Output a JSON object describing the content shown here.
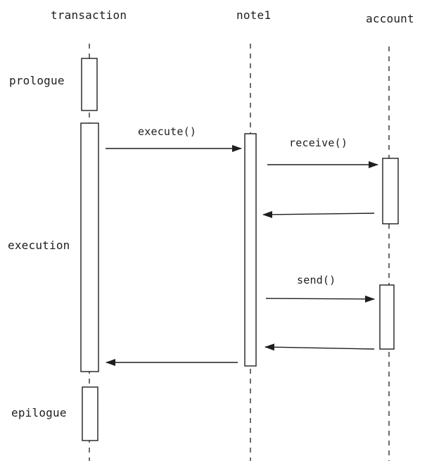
{
  "participants": {
    "transaction": "transaction",
    "note1": "note1",
    "account": "account"
  },
  "phases": {
    "prologue": "prologue",
    "execution": "execution",
    "epilogue": "epilogue"
  },
  "messages": {
    "execute": "execute()",
    "receive": "receive()",
    "send": "send()"
  },
  "colors": {
    "stroke": "#1e1e1e",
    "background": "#ffffff"
  }
}
